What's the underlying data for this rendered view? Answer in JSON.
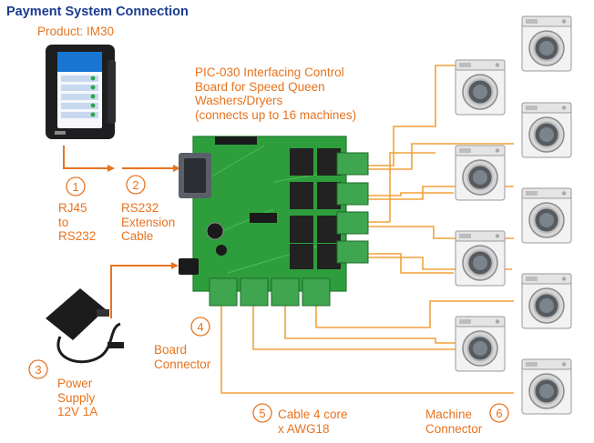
{
  "title": "Payment System Connection",
  "product_label": "Product: IM30",
  "board_description": [
    "PIC-030 Interfacing Control",
    "Board for Speed Queen",
    "Washers/Dryers",
    "(connects up to 16 machines)"
  ],
  "steps": [
    {
      "number": "1",
      "label": [
        "RJ45",
        "to",
        "RS232"
      ]
    },
    {
      "number": "2",
      "label": [
        "RS232",
        "Extension",
        "Cable"
      ]
    },
    {
      "number": "3",
      "label": [
        "Power",
        "Supply",
        "12V  1A"
      ]
    },
    {
      "number": "4",
      "label": [
        "Board",
        "Connector"
      ]
    },
    {
      "number": "5",
      "label": [
        "Cable 4 core",
        "x AWG18"
      ]
    },
    {
      "number": "6",
      "label": [
        "Machine",
        "Connector"
      ]
    }
  ],
  "colors": {
    "accent": "#e8731f",
    "title": "#1b3a8f",
    "cable": "#f2a23a",
    "pcb": "#2e9e3c",
    "terminal": "#3fa64f"
  },
  "icons": [
    "payment-terminal",
    "power-adapter",
    "washing-machine"
  ]
}
